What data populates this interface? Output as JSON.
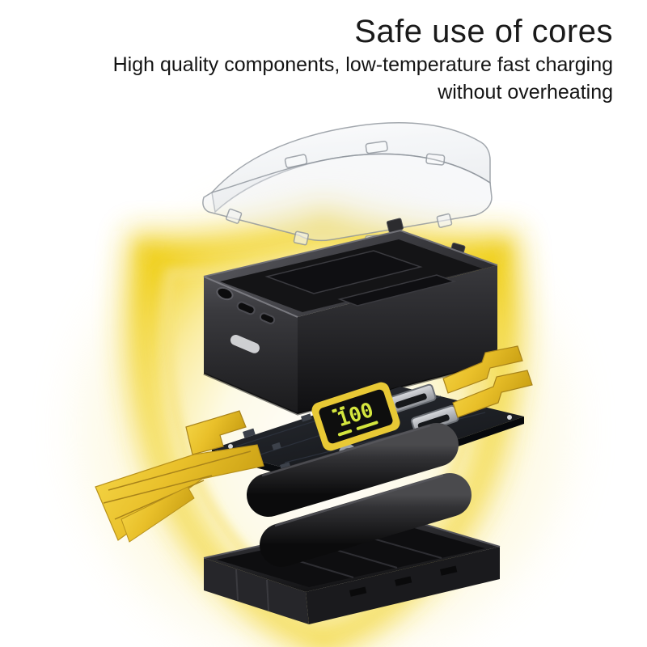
{
  "header": {
    "title": "Safe use of cores",
    "subtitle_line1": "High quality components, low-temperature fast charging",
    "subtitle_line2": "without overheating"
  },
  "device": {
    "display_value": "100"
  },
  "colors": {
    "background": "#ffffff",
    "title_text": "#1a1a1a",
    "glow_yellow": "#f0d021",
    "glow_pale": "#fbf0b4",
    "accent_gold": "#e9c02a",
    "housing_dark": "#2a2a2e",
    "pcb_dark": "#1b1e23",
    "display_digits": "#d4e63e"
  }
}
